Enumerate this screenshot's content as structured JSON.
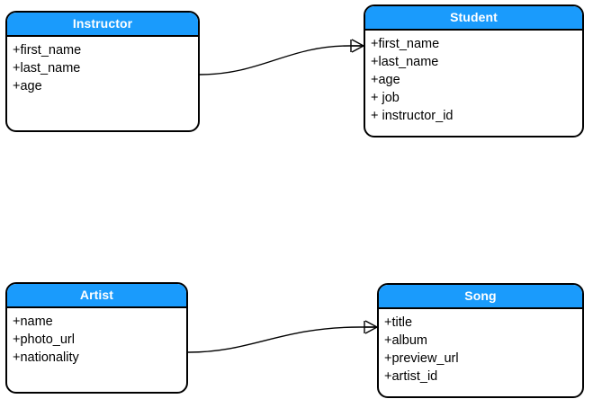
{
  "diagram": {
    "type": "entity-relationship-diagram",
    "background": "#ffffff",
    "header_color": "#1a9bfc",
    "header_text_color": "#ffffff",
    "border_color": "#000000",
    "line_color": "#000000"
  },
  "entities": [
    {
      "id": "instructor",
      "title": "Instructor",
      "attributes": [
        "+first_name",
        "+last_name",
        "+age"
      ]
    },
    {
      "id": "student",
      "title": "Student",
      "attributes": [
        "+first_name",
        "+last_name",
        "+age",
        "+ job",
        "+ instructor_id"
      ]
    },
    {
      "id": "artist",
      "title": "Artist",
      "attributes": [
        "+name",
        "+photo_url",
        "+nationality"
      ]
    },
    {
      "id": "song",
      "title": "Song",
      "attributes": [
        "+title",
        "+album",
        "+preview_url",
        "+artist_id"
      ]
    }
  ],
  "relationships": [
    {
      "id": "instructor-student",
      "from": "instructor",
      "to": "student",
      "marker": "crows-foot-one-to-many"
    },
    {
      "id": "artist-song",
      "from": "artist",
      "to": "song",
      "marker": "crows-foot-one-to-many"
    }
  ]
}
